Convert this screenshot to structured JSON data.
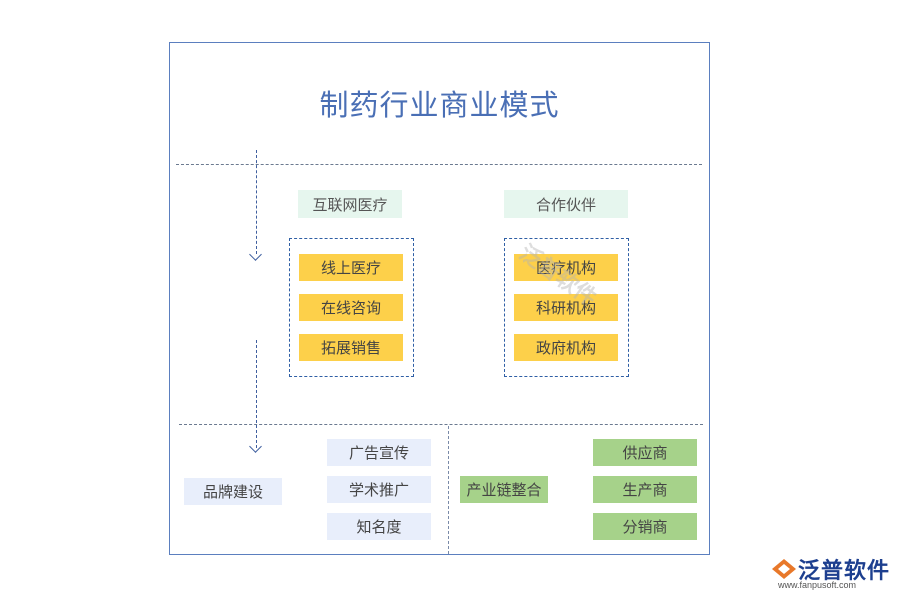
{
  "title": "制药行业商业模式",
  "top": {
    "left_header": "互联网医疗",
    "right_header": "合作伙伴",
    "left_items": [
      "线上医疗",
      "在线咨询",
      "拓展销售"
    ],
    "right_items": [
      "医疗机构",
      "科研机构",
      "政府机构"
    ]
  },
  "bottom": {
    "brand": "品牌建设",
    "brand_items": [
      "广告宣传",
      "学术推广",
      "知名度"
    ],
    "chain": "产业链整合",
    "chain_items": [
      "供应商",
      "生产商",
      "分销商"
    ]
  },
  "watermark": "泛普软件",
  "logo": {
    "name": "泛普软件",
    "url": "www.fanpusoft.com"
  },
  "colors": {
    "title": "#4a6fb5",
    "yellow": "#fdd04a",
    "green": "#a6d28a",
    "pale_green": "#e6f6ee",
    "pale_blue": "#e8eefb"
  }
}
